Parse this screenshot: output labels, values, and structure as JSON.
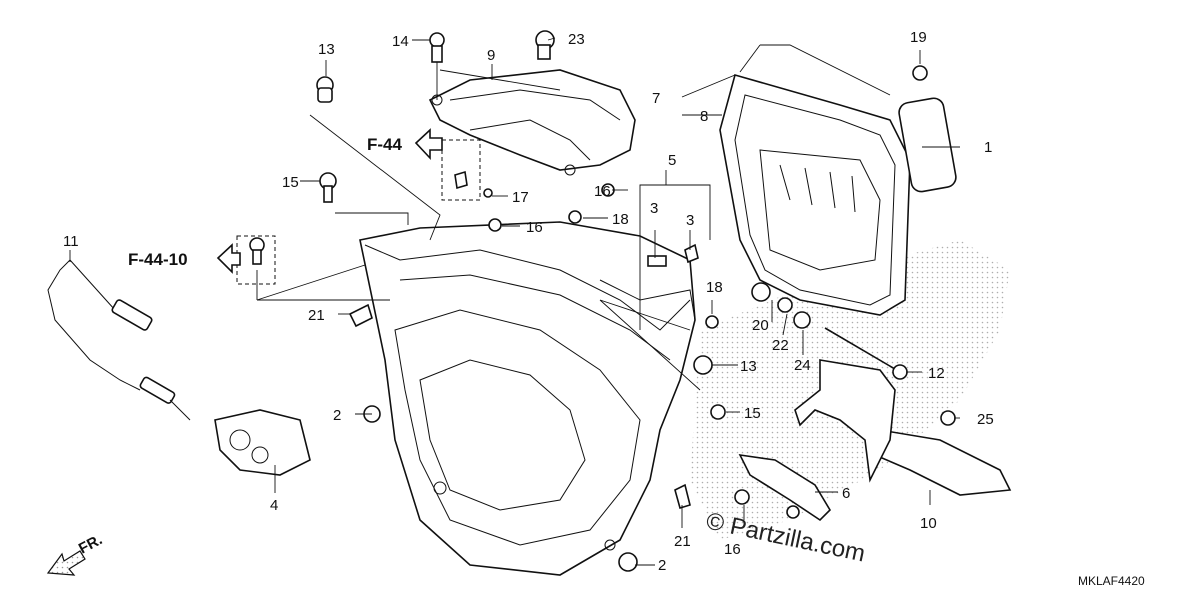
{
  "diagram": {
    "code": "MKLAF4420",
    "direction_label": "FR.",
    "watermark": "© Partzilla.com",
    "refs": [
      {
        "id": "ref-f44",
        "text": "F-44"
      },
      {
        "id": "ref-f4410",
        "text": "F-44-10"
      }
    ],
    "callouts": [
      "1",
      "2",
      "2",
      "3",
      "3",
      "4",
      "5",
      "6",
      "7",
      "8",
      "9",
      "10",
      "11",
      "12",
      "13",
      "13",
      "14",
      "15",
      "15",
      "16",
      "16",
      "16",
      "17",
      "18",
      "18",
      "19",
      "20",
      "21",
      "21",
      "22",
      "23",
      "24",
      "25"
    ]
  }
}
